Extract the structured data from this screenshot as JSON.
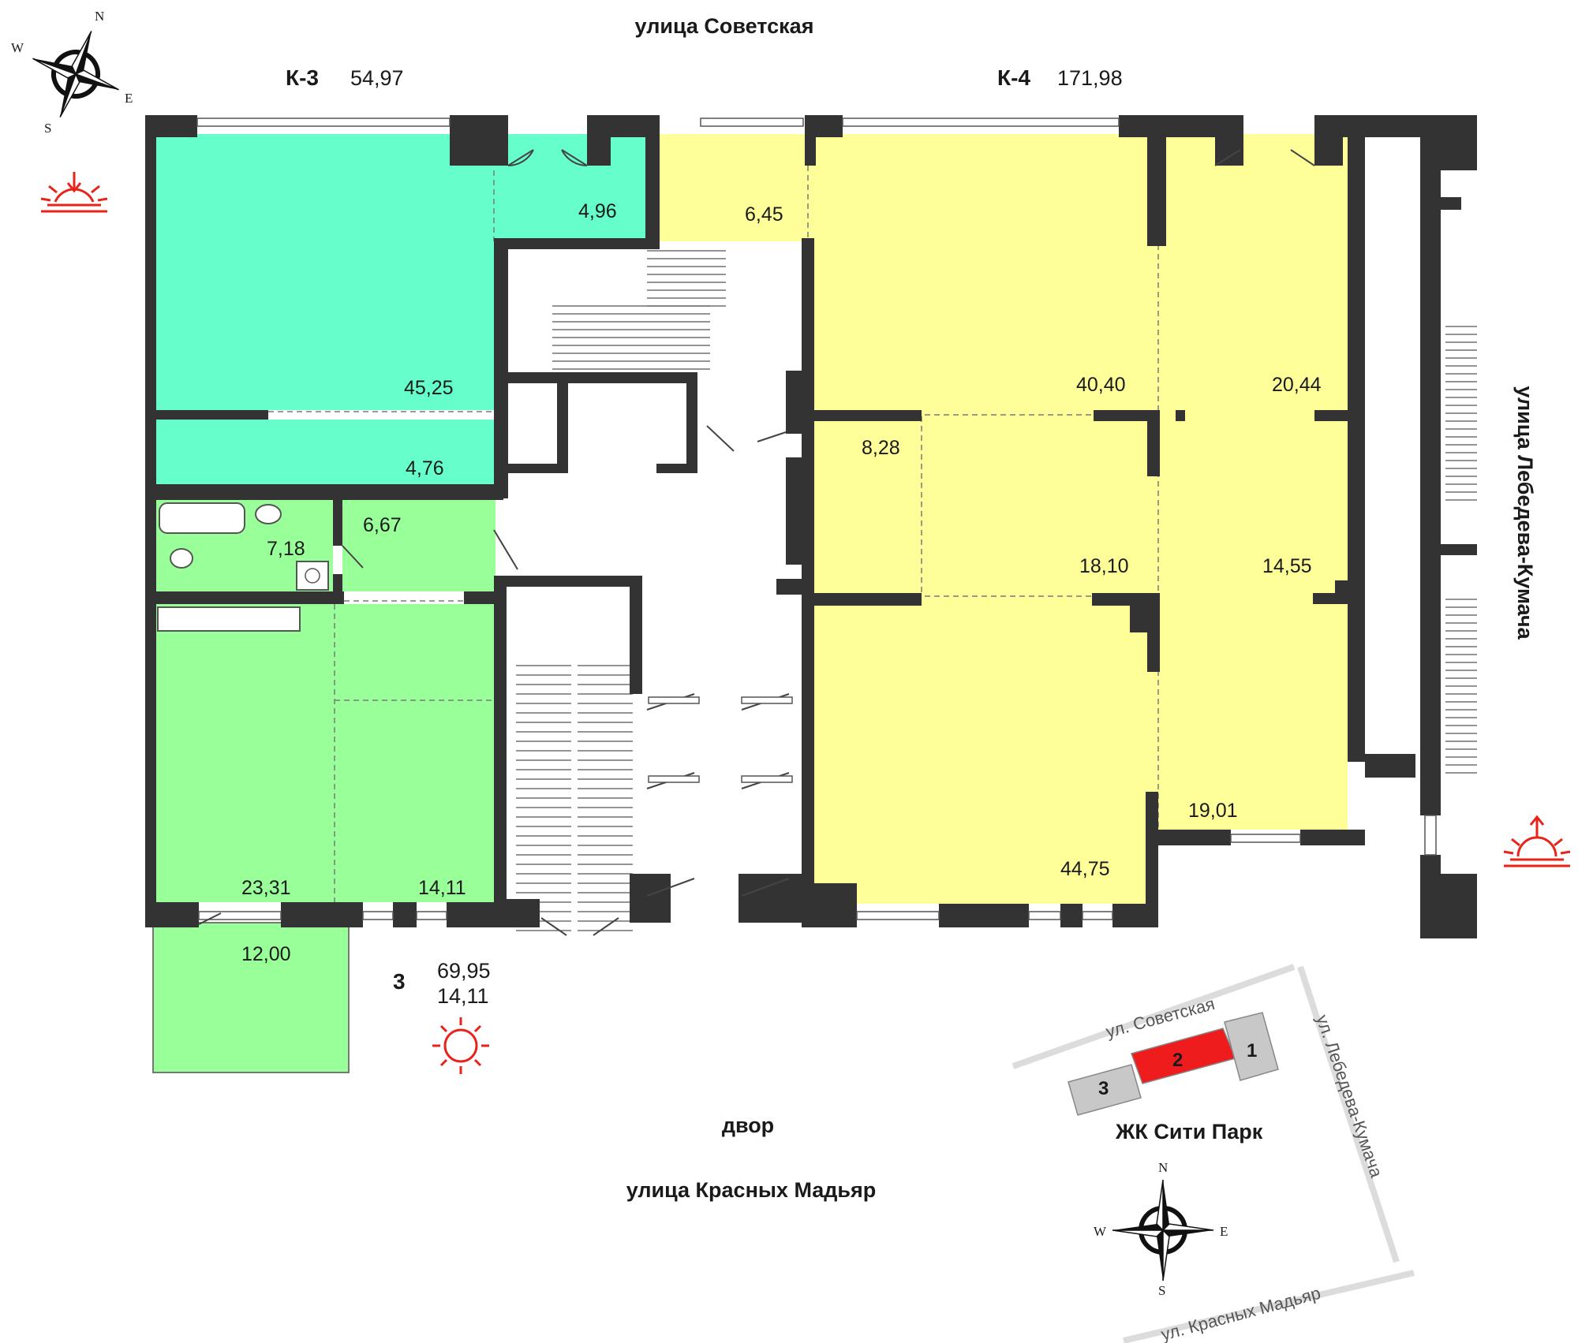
{
  "streets": {
    "north": "улица Советская",
    "east": "улица Лебедева-Кумача",
    "south": "улица Красных Мадьяр",
    "yard": "двор"
  },
  "units": [
    {
      "id": "K-3",
      "label": "К-3",
      "total_area": "54,97",
      "color": "#66ffcc"
    },
    {
      "id": "K-4",
      "label": "К-4",
      "total_area": "171,98",
      "color": "#ffff99"
    },
    {
      "id": "3",
      "label": "3",
      "total_area": "69,95",
      "secondary_area": "14,11",
      "color": "#99ff99"
    }
  ],
  "rooms": {
    "k3_main": "45,25",
    "k3_vestibule": "4,96",
    "k3_strip": "4,76",
    "a3_bath": "7,18",
    "a3_hall": "6,67",
    "a3_kitchen_living": "23,31",
    "a3_room": "14,11",
    "a3_balcony": "12,00",
    "k4_vestibule": "6,45",
    "k4_hall_north": "40,40",
    "k4_ne_room": "20,44",
    "k4_small_room": "8,28",
    "k4_center": "18,10",
    "k4_east_mid": "14,55",
    "k4_se_room": "19,01",
    "k4_hall_south": "44,75"
  },
  "location_map": {
    "street_north": "ул. Советская",
    "street_east": "ул. Лебедева-Кумача",
    "street_south": "ул. Красных Мадьяр",
    "buildings": [
      {
        "label": "1",
        "highlighted": false
      },
      {
        "label": "2",
        "highlighted": true
      },
      {
        "label": "3",
        "highlighted": false
      }
    ],
    "complex_name": "ЖК Сити Парк"
  },
  "compass": {
    "n": "N",
    "s": "S",
    "e": "E",
    "w": "W"
  },
  "colors": {
    "k3_fill": "#66ffcc",
    "k4_fill": "#ffff99",
    "apt3_fill": "#99ff99",
    "wall": "#333333",
    "highlight_building": "#ee1c1c",
    "other_building": "#c8c8c8",
    "sun_icon": "#e8231a"
  }
}
